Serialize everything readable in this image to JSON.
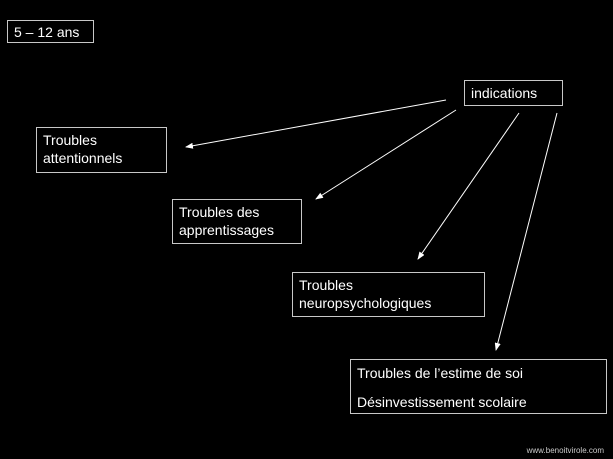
{
  "age_label": "5 – 12 ans",
  "root": "indications",
  "nodes": [
    {
      "lines": [
        "Troubles",
        "attentionnels"
      ]
    },
    {
      "lines": [
        "Troubles des",
        "apprentissages"
      ]
    },
    {
      "lines": [
        "Troubles",
        "neuropsychologiques"
      ]
    },
    {
      "lines": [
        "Troubles de l’estime de soi",
        "Désinvestissement scolaire"
      ]
    }
  ],
  "watermark": "www.benoitvirole.com"
}
